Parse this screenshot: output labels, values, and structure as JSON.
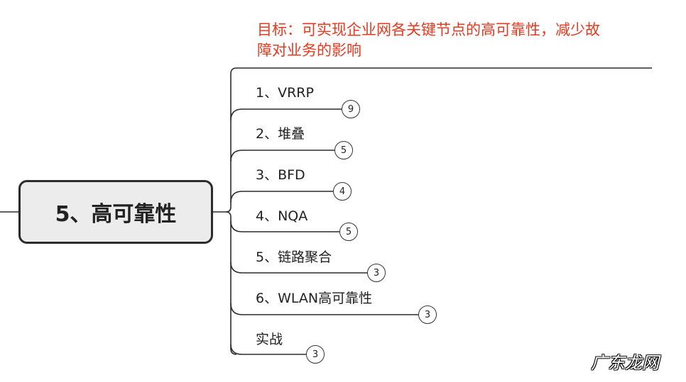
{
  "root": {
    "title": "5、高可靠性"
  },
  "goal": {
    "line1": "目标：可实现企业网各关键节点的高可靠性，减少故",
    "line2": "障对业务的影响"
  },
  "branches": [
    {
      "label": "1、VRRP",
      "count": "9"
    },
    {
      "label": "2、堆叠",
      "count": "5"
    },
    {
      "label": "3、BFD",
      "count": "4"
    },
    {
      "label": "4、NQA",
      "count": "5"
    },
    {
      "label": "5、链路聚合",
      "count": "3"
    },
    {
      "label": "6、WLAN高可靠性",
      "count": "3"
    },
    {
      "label": "实战",
      "count": "3"
    }
  ],
  "watermark": "广东龙网"
}
